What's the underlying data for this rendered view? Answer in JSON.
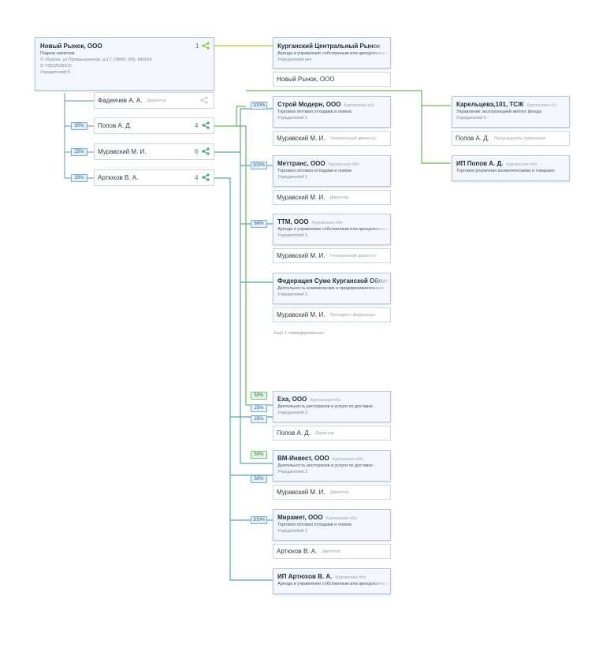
{
  "root": {
    "name": "Новый Рынок, ООО",
    "activity": "Подача напитков",
    "address": "г.Курган, ул.Промышленная, д.17, ОФИС 305, 640014",
    "phone": "79522535012",
    "founders": "Учредителей 5",
    "count": "1"
  },
  "founders": [
    {
      "name": "Фадеичев А. А.",
      "role": "Директор",
      "share": "",
      "count": ""
    },
    {
      "name": "Попов А. Д.",
      "role": "",
      "share": "50%",
      "count": "4"
    },
    {
      "name": "Муравский М. И.",
      "role": "",
      "share": "25%",
      "count": "6"
    },
    {
      "name": "Артюхов В. А.",
      "role": "",
      "share": "25%",
      "count": "4"
    }
  ],
  "kurgan": {
    "name": "Курганский Центральный Рынок",
    "activity": "Аренда и управление собственным или арендованным",
    "founders": "Учредителей нет",
    "person": "Новый Рынок, ООО"
  },
  "companies": [
    {
      "name": "Строй Модерн, ООО",
      "region": "Курганская обл",
      "activity": "Торговля оптовая отходами и ломом",
      "founders": "Учредителей 1",
      "person": "Муравский М. И.",
      "role": "Генеральный директор",
      "share": "100%"
    },
    {
      "name": "Меттранс, ООО",
      "region": "Курганская обл",
      "activity": "Торговля оптовая отходами и ломом",
      "founders": "Учредителей 1",
      "person": "Муравский М. И.",
      "role": "Директор",
      "share": "100%"
    },
    {
      "name": "ТТМ, ООО",
      "region": "Курганская обл",
      "activity": "Аренда и управление собственным или арендованным",
      "founders": "Учредителей 2",
      "person": "Муравский М. И.",
      "role": "Генеральный директор",
      "share": "66%"
    },
    {
      "name": "Федерация Сумо Курганской Области",
      "region": "",
      "activity": "Деятельность коммерческих и предпринимательских",
      "founders": "Учредителей 3",
      "person": "Муравский М. И.",
      "role": "Президент федерации",
      "share": ""
    },
    {
      "name": "Еха, ООО",
      "region": "Курганская обл",
      "activity": "Деятельность ресторанов и услуги по доставке",
      "founders": "Учредителей 3",
      "person": "Попов А. Д.",
      "role": "Директор",
      "shares": [
        "50%",
        "25%",
        "25%"
      ]
    },
    {
      "name": "ВМ-Инвест, ООО",
      "region": "Курганская обл",
      "activity": "Деятельность ресторанов и услуги по доставке",
      "founders": "Учредителей 2",
      "person": "Муравский М. И.",
      "role": "Директор",
      "shares": [
        "50%",
        "50%"
      ]
    },
    {
      "name": "Мирамет, ООО",
      "region": "Курганская обл",
      "activity": "Торговля оптовая отходами и ломом",
      "founders": "Учредителей 1",
      "person": "Артюхов В. А.",
      "role": "Директор",
      "share": "100%"
    },
    {
      "name": "ИП Артюхов В. А.",
      "region": "Курганская обл",
      "activity": "Аренда и управление собственным или арендованным",
      "founders": "",
      "person": "",
      "role": "",
      "share": ""
    }
  ],
  "liquidated_note": "Ещё 2 ликвидированных",
  "right_companies": [
    {
      "name": "Карельцева,101, ТСЖ",
      "region": "Курганская обл",
      "activity": "Управление эксплуатацией жилого фонда",
      "founders": "Учредителей 5",
      "person": "Попов А. Д.",
      "role": "Председатель правления"
    },
    {
      "name": "ИП Попов А. Д.",
      "region": "Курганская обл",
      "activity": "Торговля розничная косметическими и товарами",
      "founders": "",
      "person": "",
      "role": ""
    }
  ],
  "colors": {
    "green": "#8cc34a",
    "teal": "#5aa9a0",
    "line_green": "#6fb35a",
    "badge_blue": "#7fa8c6"
  }
}
